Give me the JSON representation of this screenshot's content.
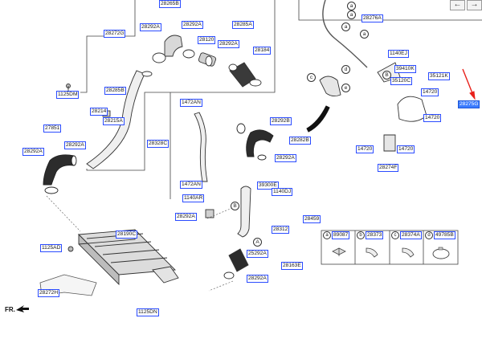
{
  "nav": {
    "prev": "←",
    "next": "→"
  },
  "direction_label": "FR.",
  "accent_color": "#e8201a",
  "label_border_color": "#2b4cff",
  "selected_label_color": "#3b7cff",
  "labels": {
    "p28265B": "28265B",
    "p28272G": "28272G",
    "p28292A_1": "28292A",
    "p28292A_2": "28292A",
    "p28285A": "28285A",
    "p28120": "28120",
    "p28292A_3": "28292A",
    "p28184": "28184",
    "p1125DM": "1125DM",
    "p28285B": "28285B",
    "p28214": "28214",
    "p28215A": "28215A",
    "p27851": "27851",
    "p28292A_4": "28292A",
    "p28292A_5": "28292A",
    "p1472AN_1": "1472AN",
    "p28328C": "28328C",
    "p1472AN_2": "1472AN",
    "p1140AR": "1140AR",
    "p28292A_6": "28292A",
    "p28292B": "28292B",
    "p28282B": "28282B",
    "p28292A_7": "28292A",
    "p28276A": "28276A",
    "p1140EJ": "1140EJ",
    "p39410K": "39410K",
    "p35121K": "35121K",
    "p35120C": "35120C",
    "p14720_1": "14720",
    "p28275G": "28275G",
    "p14720_2": "14720",
    "p14720_3": "14720",
    "p14720_4": "14720",
    "p28274F": "28274F",
    "p39300E": "39300E",
    "p1140DJ": "1140DJ",
    "p28459": "28459",
    "p28312": "28312",
    "p28190C": "28190C",
    "p1125AD": "1125AD",
    "p25292A": "25292A",
    "p28163E": "28163E",
    "p28292A_8": "28292A",
    "p28272H": "28272H",
    "p1125DN": "1125DN"
  },
  "callouts": {
    "a1": "a",
    "a2": "a",
    "a3": "a",
    "a4": "a",
    "c1": "c",
    "d1": "d",
    "e1": "e",
    "b1": "B",
    "b2": "B",
    "A1": "A"
  },
  "legend": [
    {
      "key": "a",
      "part": "89087"
    },
    {
      "key": "b",
      "part": "28373"
    },
    {
      "key": "c",
      "part": "28374A"
    },
    {
      "key": "d",
      "part": "49785B"
    }
  ]
}
